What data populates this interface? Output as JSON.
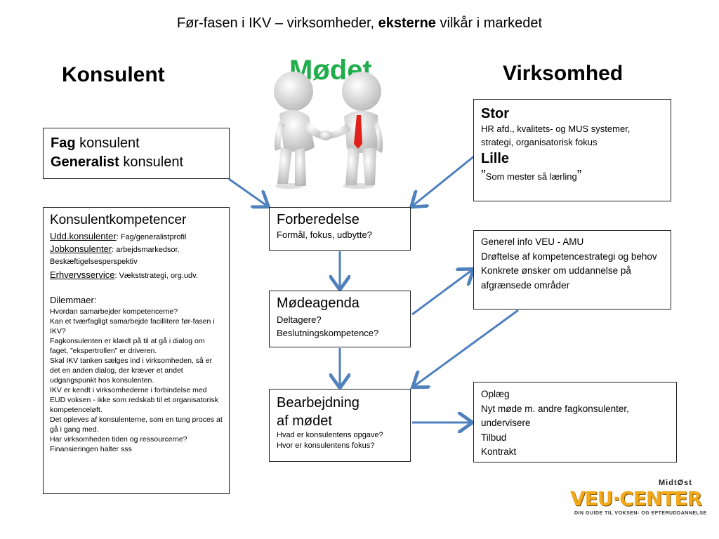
{
  "title": {
    "pre": "Før-fasen i IKV – virksomheder, ",
    "bold": "eksterne",
    "post": " vilkår i markedet"
  },
  "headings": {
    "konsulent": "Konsulent",
    "motet": "Mødet",
    "virksomhed": "Virksomhed"
  },
  "fag_box": {
    "line1_bold": "Fag",
    "line1_rest": " konsulent",
    "line2_bold": "Generalist",
    "line2_rest": " konsulent"
  },
  "kompetencer": {
    "title": "Konsulentkompetencer",
    "udd_label": "Udd.konsulenter",
    "udd_text": ": Fag/generalistprofil",
    "job_label": "Jobkonsulenter",
    "job_text": ":  arbejdsmarkedsor. Beskæftigelsesperspektiv",
    "erh_label": "Erhvervsservice",
    "erh_text": ": Vækststrategi, org.udv.",
    "dilemma_title": "Dilemmaer:",
    "dilemmas": [
      "Hvordan samarbejder kompetencerne?",
      "Kan et tværfagligt samarbejde facillitere  før-fasen i IKV?",
      "Fagkonsulenten er klædt på til at gå i dialog om faget, ”ekspertrollen” er driveren.",
      "Skal IKV tanken sælges ind i virksomheden, så er det en anden dialog, der kræver et andet udgangspunkt hos konsulenten.",
      "IKV er kendt i virksomhederne  i forbindelse med EUD voksen  - ikke som redskab til et organisatorisk kompetenceløft.",
      "Det opleves af konsulenterne, som en tung proces at gå i gang med.",
      "Har virksomheden tiden  og ressourcerne?",
      "Finansieringen halter sss"
    ]
  },
  "forberedelse": {
    "title": "Forberedelse",
    "sub": "Formål, fokus, udbytte?"
  },
  "modeagenda": {
    "title": "Mødeagenda",
    "line1": "Deltagere?",
    "line2": "Beslutningskompetence?"
  },
  "bearbejdning": {
    "title1": "Bearbejdning",
    "title2": "af mødet",
    "line1": "Hvad er konsulentens opgave?",
    "line2": "Hvor er konsulentens fokus?"
  },
  "stor_box": {
    "stor": "Stor",
    "stor_text": "HR afd., kvalitets- og MUS systemer, strategi, organisatorisk fokus",
    "lille": "Lille",
    "quote_open": "”",
    "lille_text": "Som mester så lærling",
    "quote_close": "”"
  },
  "info_box": {
    "lines": [
      "Generel info VEU - AMU",
      "Drøftelse af kompetencestrategi og behov",
      "Konkrete ønsker om uddannelse på afgrænsede områder"
    ]
  },
  "oplaeg_box": {
    "lines": [
      "Oplæg",
      "Nyt møde m. andre fagkonsulenter, undervisere",
      "Tilbud",
      "Kontrakt"
    ]
  },
  "logo": {
    "top": "MidtØst",
    "main": "VEU·CENTER",
    "sub": "DIN GUIDE TIL VOKSEN- OG EFTERUDDANNELSE"
  },
  "colors": {
    "arrow": "#4f81bd",
    "motet": "#1fae4b",
    "tie": "#e0201b",
    "logo": "#f2a91a"
  }
}
